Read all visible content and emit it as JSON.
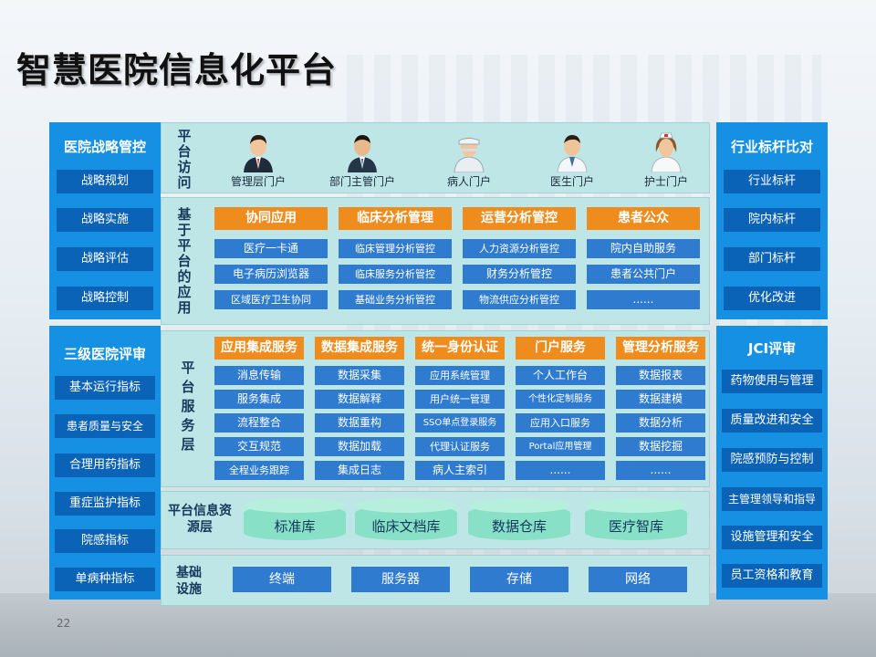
{
  "slide_title": "智慧医院信息化平台",
  "page_number": "22",
  "left_panel_top": {
    "title": "医院战略管控",
    "items": [
      "战略规划",
      "战略实施",
      "战略评估",
      "战略控制"
    ]
  },
  "left_panel_bottom": {
    "title": "三级医院评审",
    "items": [
      "基本运行指标",
      "患者质量与安全",
      "合理用药指标",
      "重症监护指标",
      "院感指标",
      "单病种指标"
    ]
  },
  "right_panel_top": {
    "title": "行业标杆比对",
    "items": [
      "行业标杆",
      "院内标杆",
      "部门标杆",
      "优化改进"
    ]
  },
  "right_panel_bottom": {
    "title": "JCI评审",
    "items": [
      "药物使用与管理",
      "质量改进和安全",
      "院感预防与控制",
      "主管理领导和指导",
      "设施管理和安全",
      "员工资格和教育"
    ]
  },
  "platform_access": {
    "label": "平台访问",
    "portals": [
      "管理层门户",
      "部门主管门户",
      "病人门户",
      "医生门户",
      "护士门户"
    ]
  },
  "platform_apps": {
    "label": "基于平台的应用",
    "columns": [
      {
        "header": "协同应用",
        "items": [
          "医疗一卡通",
          "电子病历浏览器",
          "区域医疗卫生协同"
        ]
      },
      {
        "header": "临床分析管理",
        "items": [
          "临床管理分析管控",
          "临床服务分析管控",
          "基础业务分析管控"
        ]
      },
      {
        "header": "运营分析管控",
        "items": [
          "人力资源分析管控",
          "财务分析管控",
          "物流供应分析管控"
        ]
      },
      {
        "header": "患者公众",
        "items": [
          "院内自助服务",
          "患者公共门户",
          "......"
        ]
      }
    ]
  },
  "platform_services": {
    "label": "平台服务层",
    "columns": [
      {
        "header": "应用集成服务",
        "items": [
          "消息传输",
          "服务集成",
          "流程整合",
          "交互规范",
          "全程业务跟踪"
        ]
      },
      {
        "header": "数据集成服务",
        "items": [
          "数据采集",
          "数据解释",
          "数据重构",
          "数据加载",
          "集成日志"
        ]
      },
      {
        "header": "统一身份认证",
        "items": [
          "应用系统管理",
          "用户统一管理",
          "SSO单点登录服务",
          "代理认证服务",
          "病人主索引"
        ]
      },
      {
        "header": "门户服务",
        "items": [
          "个人工作台",
          "个性化定制服务",
          "应用入口服务",
          "Portal应用管理",
          "......"
        ]
      },
      {
        "header": "管理分析服务",
        "items": [
          "数据报表",
          "数据建模",
          "数据分析",
          "数据挖掘",
          "......"
        ]
      }
    ]
  },
  "platform_resources": {
    "label": "平台信息资源层",
    "items": [
      "标准库",
      "临床文档库",
      "数据仓库",
      "医疗智库"
    ]
  },
  "infrastructure": {
    "label": "基础设施",
    "items": [
      "终端",
      "服务器",
      "存储",
      "网络"
    ]
  },
  "colors": {
    "side_panel": "#1690e2",
    "side_item": "#0a63b6",
    "header_orange": "#ef8c1e",
    "cell_blue": "#2f7bd0",
    "band": "#bfe6e6",
    "cylinder": "#88e0c6"
  }
}
